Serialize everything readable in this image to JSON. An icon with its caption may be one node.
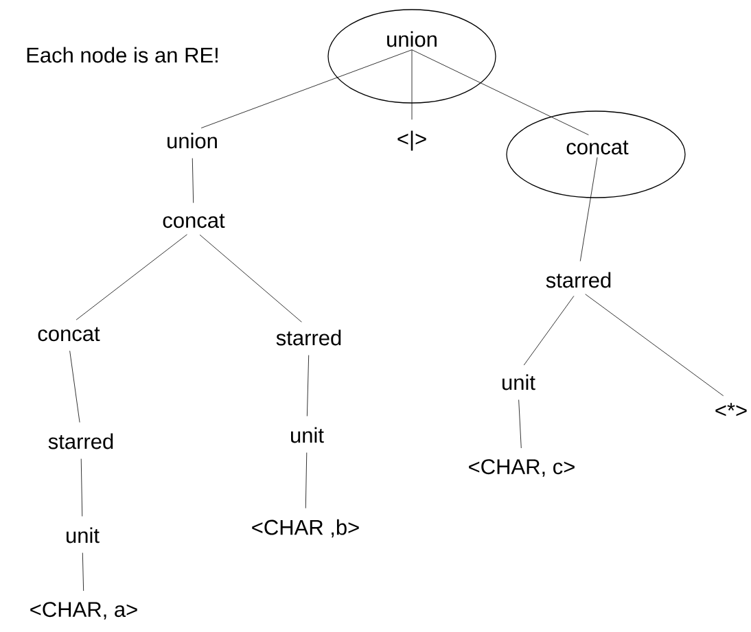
{
  "diagram": {
    "nodes": [
      {
        "text": [
          "union"
        ]
      },
      {
        "text": [
          "union"
        ]
      },
      {
        "text": [
          "<|>"
        ]
      },
      {
        "text": [
          "concat"
        ]
      },
      {
        "text": [
          "concat"
        ]
      },
      {
        "text": [
          "starred"
        ]
      },
      {
        "text": [
          "concat"
        ]
      },
      {
        "text": [
          "starred"
        ]
      },
      {
        "text": [
          "unit"
        ]
      },
      {
        "text": [
          "<*>"
        ]
      },
      {
        "text": [
          "starred"
        ]
      },
      {
        "text": [
          "unit"
        ]
      },
      {
        "text": [
          "<CHAR, c>"
        ]
      },
      {
        "text": [
          "<CHAR ,b>"
        ]
      },
      {
        "text": [
          "unit"
        ]
      },
      {
        "text": [
          "<CHAR, a>"
        ]
      }
    ],
    "edges": [
      {
        "from": 0,
        "to": 1,
        "arrow": "none"
      },
      {
        "from": 0,
        "to": 2,
        "arrow": "none"
      },
      {
        "from": 0,
        "to": 3,
        "arrow": "none"
      },
      {
        "from": 1,
        "to": 4,
        "arrow": "none"
      },
      {
        "from": 3,
        "to": 5,
        "arrow": "none"
      },
      {
        "from": 4,
        "to": 6,
        "arrow": "none"
      },
      {
        "from": 4,
        "to": 7,
        "arrow": "none"
      },
      {
        "from": 5,
        "to": 8,
        "arrow": "none"
      },
      {
        "from": 5,
        "to": 9,
        "arrow": "none"
      },
      {
        "from": 6,
        "to": 10,
        "arrow": "none"
      },
      {
        "from": 7,
        "to": 11,
        "arrow": "none"
      },
      {
        "from": 8,
        "to": 12,
        "arrow": "none"
      },
      {
        "from": 10,
        "to": 14,
        "arrow": "none"
      },
      {
        "from": 11,
        "to": 13,
        "arrow": "none"
      },
      {
        "from": 14,
        "to": 15,
        "arrow": "none"
      }
    ],
    "labels": [
      "Each node is an RE!"
    ]
  }
}
